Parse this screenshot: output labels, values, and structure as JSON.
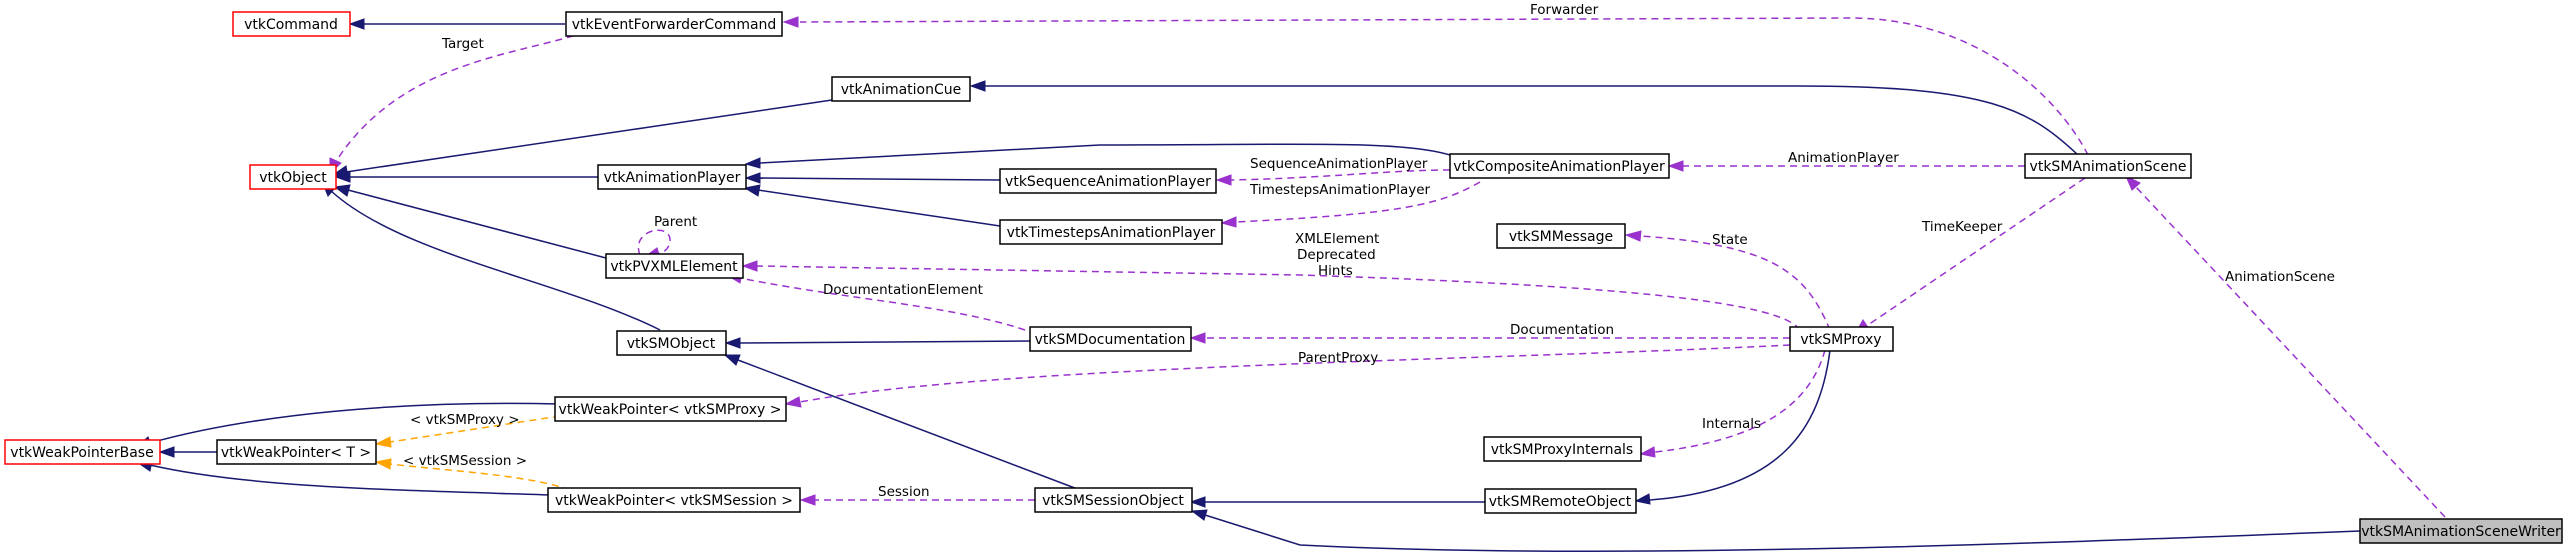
{
  "nodes": {
    "vtkCommand": "vtkCommand",
    "vtkEventForwarderCommand": "vtkEventForwarderCommand",
    "vtkObject": "vtkObject",
    "vtkAnimationCue": "vtkAnimationCue",
    "vtkAnimationPlayer": "vtkAnimationPlayer",
    "vtkSequenceAnimationPlayer": "vtkSequenceAnimationPlayer",
    "vtkTimestepsAnimationPlayer": "vtkTimestepsAnimationPlayer",
    "vtkCompositeAnimationPlayer": "vtkCompositeAnimationPlayer",
    "vtkSMAnimationScene": "vtkSMAnimationScene",
    "vtkPVXMLElement": "vtkPVXMLElement",
    "vtkSMMessage": "vtkSMMessage",
    "vtkSMObject": "vtkSMObject",
    "vtkSMDocumentation": "vtkSMDocumentation",
    "vtkSMProxy": "vtkSMProxy",
    "vtkWeakPointerBase": "vtkWeakPointerBase",
    "vtkWeakPointerT": "vtkWeakPointer< T >",
    "vtkWeakPointerProxy": "vtkWeakPointer< vtkSMProxy >",
    "vtkWeakPointerSession": "vtkWeakPointer< vtkSMSession >",
    "vtkSMSessionObject": "vtkSMSessionObject",
    "vtkSMProxyInternals": "vtkSMProxyInternals",
    "vtkSMRemoteObject": "vtkSMRemoteObject",
    "vtkSMAnimationSceneWriter": "vtkSMAnimationSceneWriter"
  },
  "edge_labels": {
    "target": "Target",
    "forwarder": "Forwarder",
    "parent": "Parent",
    "sequence_player": "SequenceAnimationPlayer",
    "timesteps_player": "TimestepsAnimationPlayer",
    "animation_player": "AnimationPlayer",
    "time_keeper": "TimeKeeper",
    "animation_scene": "AnimationScene",
    "state": "State",
    "xml_element": "XMLElement",
    "deprecated": "Deprecated",
    "hints": "Hints",
    "documentation_element": "DocumentationElement",
    "documentation": "Documentation",
    "parent_proxy": "ParentProxy",
    "internals": "Internals",
    "session": "Session",
    "tmpl_proxy": "< vtkSMProxy >",
    "tmpl_session": "< vtkSMSession >"
  },
  "colors": {
    "inheritance": "#191970",
    "usage": "#9a32cd",
    "template": "#ffa500",
    "undocumented_border": "#ff0000",
    "focus_fill": "#bfbfbf"
  }
}
